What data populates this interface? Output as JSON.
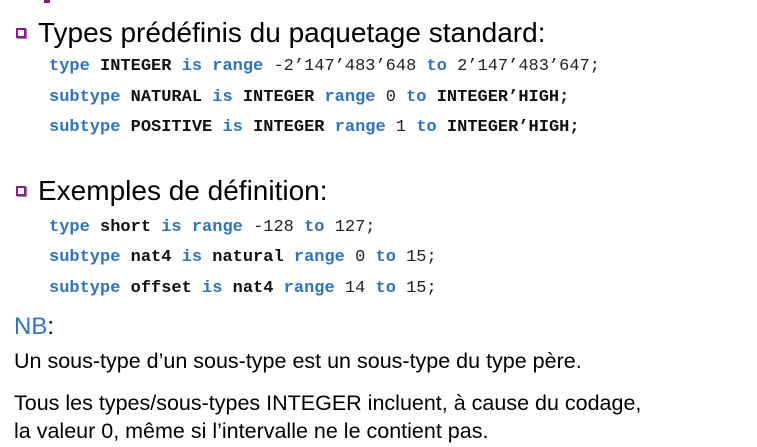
{
  "section1": {
    "title": "Types prédéfinis du paquetage standard:",
    "lines": [
      [
        "type",
        "INTEGER",
        "is",
        "range",
        "-2’147’483’648",
        "to",
        "2’147’483’647",
        ";"
      ],
      [
        "subtype",
        "NATURAL",
        "is",
        "INTEGER",
        "range",
        "0",
        "to",
        "INTEGER’HIGH;"
      ],
      [
        "subtype",
        "POSITIVE",
        "is",
        "INTEGER",
        "range",
        "1",
        "to",
        "INTEGER’HIGH;"
      ]
    ]
  },
  "section2": {
    "title": "Exemples de définition:",
    "lines": [
      [
        "type",
        "short",
        "is",
        "range",
        "-128",
        "to",
        "127",
        ";"
      ],
      [
        "subtype",
        "nat4",
        "is",
        "natural",
        "range",
        "0",
        "to",
        "15",
        ";"
      ],
      [
        "subtype",
        "offset",
        "is",
        "nat4",
        "range",
        "14",
        "to",
        "15",
        ";"
      ]
    ]
  },
  "nb": {
    "label": "NB",
    "colon": ":"
  },
  "paragraphs": [
    "Un sous-type d’un sous-type est un sous-type du type père.",
    "Tous les types/sous-types INTEGER incluent, à cause du codage,",
    "la valeur 0, même si l’intervalle ne le contient pas."
  ],
  "colors": {
    "keyword": "#2f74c0",
    "bullet": "#8a1c8a"
  }
}
